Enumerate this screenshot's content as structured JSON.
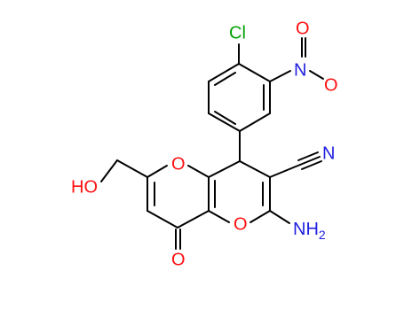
{
  "molecule": {
    "atoms": {
      "cl": "Cl",
      "n_nitro": "N",
      "o_nitro_1": "O",
      "o_nitro_2": "O",
      "n_nitrile": "N",
      "o_ring_left": "O",
      "o_ring_center": "O",
      "o_carbonyl": "O",
      "oh": "HO",
      "nh2": "NH",
      "nh2_subscript": "2"
    },
    "colors": {
      "carbon_bonds": "#000000",
      "chlorine": "#00a000",
      "nitrogen": "#1f1fdf",
      "oxygen": "#ff1010"
    }
  }
}
